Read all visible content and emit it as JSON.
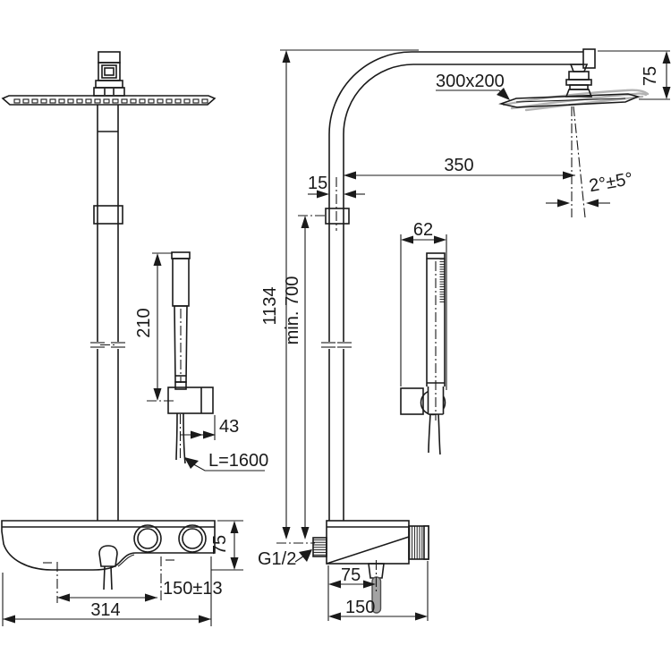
{
  "document": {
    "type": "technical-installation-drawing",
    "subject": "thermostatic shower system with overhead rain shower, hand shower and shelf mixer",
    "background_color": "#ffffff",
    "line_color": "#1a1a1a",
    "adjustability_shading_color": "#b3b3b3"
  },
  "annotations": {
    "front_view": {
      "hand_shower_length": "210",
      "holder_offset": "43",
      "hose_length": "L=1600",
      "mixer_height": "75",
      "connection_spacing": "150±13",
      "mixer_width": "314"
    },
    "side_view": {
      "riser_height": "1134",
      "min_mounting_height": "min. 700",
      "pipe_size": "15",
      "head_reach": "350",
      "head_plate_size": "300x200",
      "head_clearance": "75",
      "spray_angle": "2°±5°",
      "hand_shower_width": "62",
      "inlet_thread": "G1/2",
      "spout_offset": "75",
      "mixer_depth": "150"
    }
  }
}
